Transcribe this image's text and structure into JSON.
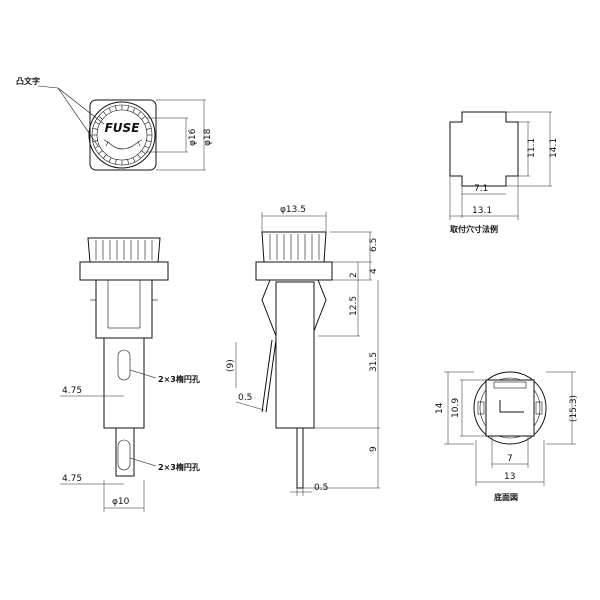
{
  "front_view": {
    "emboss_label": "凸文字",
    "cap_text": "FUSE",
    "dia_16": "φ16",
    "dia_18": "φ18"
  },
  "left_view": {
    "hole_label_upper": "2×3楕円孔",
    "hole_label_lower": "2×3楕円孔",
    "offset_upper": "4.75",
    "offset_lower": "4.75",
    "dia_10": "φ10"
  },
  "side_view": {
    "dia_13_5": "φ13.5",
    "h_6_5": "6.5",
    "h_4": "4",
    "h_2": "2",
    "h_12_5": "12.5",
    "h_31_5": "31.5",
    "h_9_paren": "(9)",
    "h_9": "9",
    "t_0_5_a": "0.5",
    "t_0_5_b": "0.5"
  },
  "panel_cutout": {
    "h_11_1": "11.1",
    "h_14_1": "14.1",
    "w_7_1": "7.1",
    "w_13_1": "13.1",
    "caption": "取付穴寸法例"
  },
  "bottom_view": {
    "h_14": "14",
    "h_10_9": "10.9",
    "h_15_3": "(15.3)",
    "w_7": "7",
    "w_13": "13",
    "caption": "底面図"
  }
}
